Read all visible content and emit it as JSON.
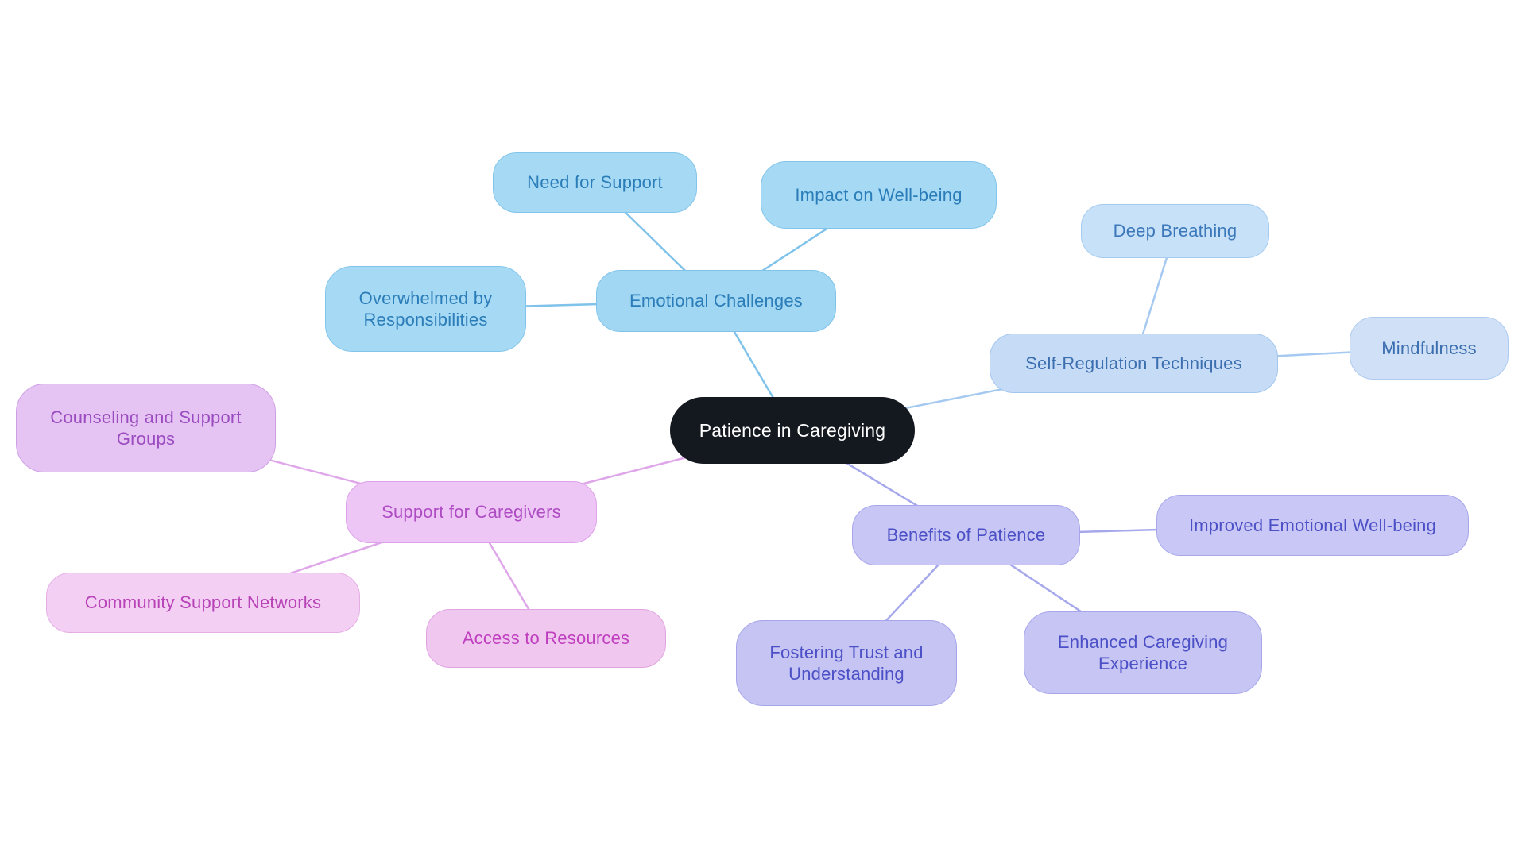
{
  "diagram": {
    "type": "mind-map",
    "root_label": "Patience in Caregiving",
    "background": "#ffffff"
  },
  "accents": {
    "emotional_branch": "#7fc2ea",
    "self_regulation_branch": "#a5c9f0",
    "support_branch": "#dfa7ea",
    "benefits_branch": "#a6a8ec",
    "root_fill": "#14181f"
  },
  "nodes": [
    {
      "id": "root",
      "label": "Patience in Caregiving",
      "branch": "root",
      "colors": {
        "bg": "#14181f",
        "border": "#14181f",
        "text": "#ffffff"
      }
    },
    {
      "id": "emotional_challenges",
      "label": "Emotional Challenges",
      "branch": "emotional",
      "colors": {
        "bg": "#a2d7f3",
        "border": "#7fc3e9",
        "text": "#2a7db8"
      }
    },
    {
      "id": "need_for_support",
      "label": "Need for Support",
      "branch": "emotional",
      "colors": {
        "bg": "#a6d9f4",
        "border": "#82c5ea",
        "text": "#2a7db8"
      }
    },
    {
      "id": "impact_on_well_being",
      "label": "Impact on Well-being",
      "branch": "emotional",
      "colors": {
        "bg": "#a6d9f4",
        "border": "#82c5ea",
        "text": "#2a7db8"
      }
    },
    {
      "id": "overwhelmed_by_responsibilities",
      "label": "Overwhelmed by Responsibilities",
      "branch": "emotional",
      "colors": {
        "bg": "#a6d9f4",
        "border": "#82c5ea",
        "text": "#2a7db8"
      }
    },
    {
      "id": "self_regulation_techniques",
      "label": "Self-Regulation Techniques",
      "branch": "self_regulation",
      "colors": {
        "bg": "#c6dcf6",
        "border": "#a3c6ee",
        "text": "#3c6fb0"
      }
    },
    {
      "id": "deep_breathing",
      "label": "Deep Breathing",
      "branch": "self_regulation",
      "colors": {
        "bg": "#c6e1f8",
        "border": "#a5cbf0",
        "text": "#3c78ba"
      }
    },
    {
      "id": "mindfulness",
      "label": "Mindfulness",
      "branch": "self_regulation",
      "colors": {
        "bg": "#cfe0f7",
        "border": "#aecbef",
        "text": "#3c6fb0"
      }
    },
    {
      "id": "support_for_caregivers",
      "label": "Support for Caregivers",
      "branch": "support",
      "colors": {
        "bg": "#eec6f5",
        "border": "#dda2e9",
        "text": "#ae4cc4"
      }
    },
    {
      "id": "counseling_and_support_groups",
      "label": "Counseling and Support Groups",
      "branch": "support",
      "colors": {
        "bg": "#e5c3f2",
        "border": "#cf9fe6",
        "text": "#9b4cc0"
      }
    },
    {
      "id": "community_support_networks",
      "label": "Community Support Networks",
      "branch": "support",
      "colors": {
        "bg": "#f4cff4",
        "border": "#e5aee5",
        "text": "#b743b7"
      }
    },
    {
      "id": "access_to_resources",
      "label": "Access to Resources",
      "branch": "support",
      "colors": {
        "bg": "#efc7ef",
        "border": "#e0a4e0",
        "text": "#bf3fbf"
      }
    },
    {
      "id": "benefits_of_patience",
      "label": "Benefits of Patience",
      "branch": "benefits",
      "colors": {
        "bg": "#c7c6f4",
        "border": "#a7a6ea",
        "text": "#4c50c6"
      }
    },
    {
      "id": "improved_emotional_well_being",
      "label": "Improved Emotional Well-being",
      "branch": "benefits",
      "colors": {
        "bg": "#c8c7f5",
        "border": "#a8a7ea",
        "text": "#4c50c6"
      }
    },
    {
      "id": "fostering_trust_and_understanding",
      "label": "Fostering Trust and Understanding",
      "branch": "benefits",
      "colors": {
        "bg": "#c5c4f3",
        "border": "#a6a5e9",
        "text": "#4c50c6"
      }
    },
    {
      "id": "enhanced_caregiving_experience",
      "label": "Enhanced Caregiving Experience",
      "branch": "benefits",
      "colors": {
        "bg": "#c6c5f4",
        "border": "#a7a6ea",
        "text": "#4c50c6"
      }
    }
  ],
  "edges": [
    {
      "from": "root",
      "to": "emotional_challenges",
      "color": "#7fc2ea"
    },
    {
      "from": "emotional_challenges",
      "to": "need_for_support",
      "color": "#7fc2ea"
    },
    {
      "from": "emotional_challenges",
      "to": "impact_on_well_being",
      "color": "#7fc2ea"
    },
    {
      "from": "emotional_challenges",
      "to": "overwhelmed_by_responsibilities",
      "color": "#7fc2ea"
    },
    {
      "from": "root",
      "to": "self_regulation_techniques",
      "color": "#a5c9f0"
    },
    {
      "from": "self_regulation_techniques",
      "to": "deep_breathing",
      "color": "#a5c9f0"
    },
    {
      "from": "self_regulation_techniques",
      "to": "mindfulness",
      "color": "#a5c9f0"
    },
    {
      "from": "root",
      "to": "support_for_caregivers",
      "color": "#dfa7ea"
    },
    {
      "from": "support_for_caregivers",
      "to": "counseling_and_support_groups",
      "color": "#dfa7ea"
    },
    {
      "from": "support_for_caregivers",
      "to": "community_support_networks",
      "color": "#dfa7ea"
    },
    {
      "from": "support_for_caregivers",
      "to": "access_to_resources",
      "color": "#dfa7ea"
    },
    {
      "from": "root",
      "to": "benefits_of_patience",
      "color": "#a6a8ec"
    },
    {
      "from": "benefits_of_patience",
      "to": "improved_emotional_well_being",
      "color": "#a6a8ec"
    },
    {
      "from": "benefits_of_patience",
      "to": "fostering_trust_and_understanding",
      "color": "#a6a8ec"
    },
    {
      "from": "benefits_of_patience",
      "to": "enhanced_caregiving_experience",
      "color": "#a6a8ec"
    }
  ]
}
